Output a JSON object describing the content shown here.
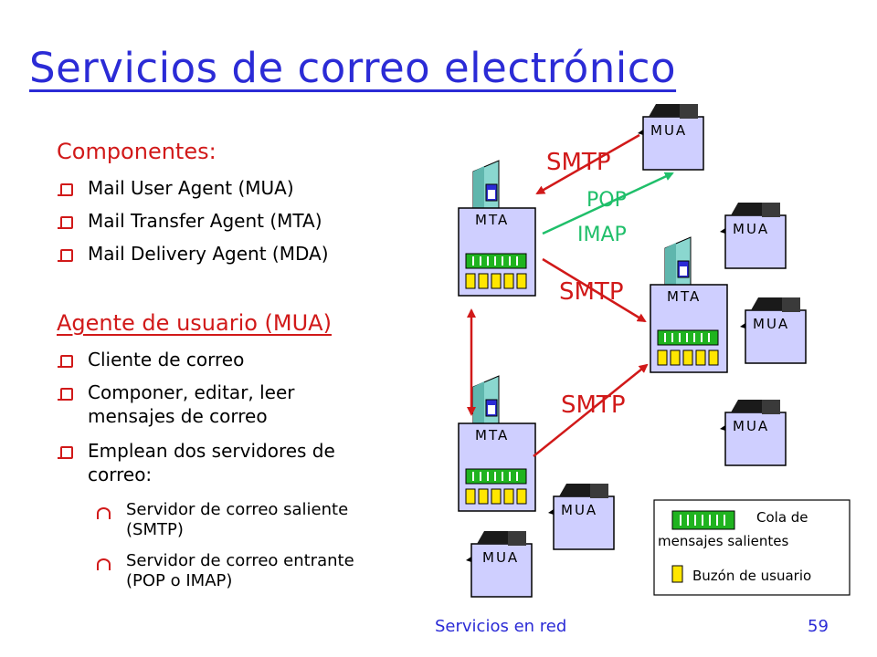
{
  "slide": {
    "title": "Servicios de correo electrónico",
    "footer": "Servicios en red",
    "page_number": "59"
  },
  "components": {
    "heading": "Componentes:",
    "items": [
      "Mail User Agent (MUA)",
      "Mail Transfer Agent (MTA)",
      "Mail Delivery Agent (MDA)"
    ]
  },
  "mua_section": {
    "heading": "Agente de usuario (MUA)",
    "items": [
      [
        "Cliente de correo"
      ],
      [
        "Componer, editar, leer",
        "mensajes de correo"
      ],
      [
        "Emplean dos servidores de",
        "correo:"
      ]
    ],
    "subitems": [
      [
        "Servidor de correo saliente",
        "(SMTP)"
      ],
      [
        "Servidor de correo entrante",
        "(POP o IMAP)"
      ]
    ]
  },
  "diagram": {
    "mta_label": "MTA",
    "mua_label": "MUA",
    "protocols": {
      "smtp": "SMTP",
      "pop": "POP",
      "imap": "IMAP"
    },
    "legend": {
      "queue_line1": "Cola de",
      "queue_line2": "mensajes salientes",
      "mailbox": "Buzón de usuario"
    }
  },
  "colors": {
    "title": "#2b2bd6",
    "accent_red": "#d11919",
    "accent_green": "#1fbf6a",
    "box_fill": "#cfcfff",
    "queue_green": "#1fb31f",
    "mailbox_yellow": "#ffe600"
  }
}
